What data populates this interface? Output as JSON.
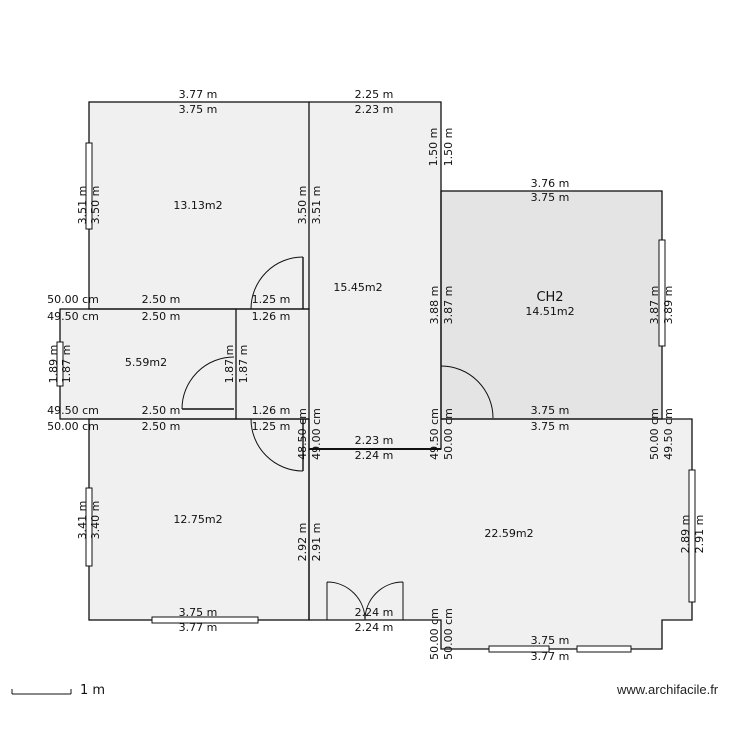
{
  "rooms": [
    {
      "key": "room-top-left",
      "area": "13.13m2"
    },
    {
      "key": "room-hall",
      "area": "15.45m2"
    },
    {
      "key": "room-ch2",
      "name": "CH2",
      "area": "14.51m2",
      "fill": "#e4e4e4"
    },
    {
      "key": "room-small",
      "area": "5.59m2"
    },
    {
      "key": "room-bottom-left",
      "area": "12.75m2"
    },
    {
      "key": "room-bottom-right",
      "area": "22.59m2"
    }
  ],
  "dimensions": [
    "3.77 m",
    "3.75 m",
    "2.25 m",
    "2.23 m",
    "1.50 m",
    "1.50 m",
    "3.51 m",
    "3.50 m",
    "3.50 m",
    "3.51 m",
    "3.76 m",
    "3.75 m",
    "50.00 cm",
    "49.50 cm",
    "2.50 m",
    "2.50 m",
    "1.25 m",
    "1.26 m",
    "3.88 m",
    "3.87 m",
    "3.87 m",
    "3.89 m",
    "1.89 m",
    "1.87 m",
    "1.87 m",
    "1.87 m",
    "49.50 cm",
    "50.00 cm",
    "2.50 m",
    "2.50 m",
    "1.26 m",
    "1.25 m",
    "3.75 m",
    "3.75 m",
    "48.50 cm",
    "49.00 cm",
    "49.50 cm",
    "50.00 cm",
    "50.00 cm",
    "49.50 cm",
    "2.23 m",
    "2.24 m",
    "3.41 m",
    "3.40 m",
    "2.92 m",
    "2.91 m",
    "2.89 m",
    "2.91 m",
    "3.75 m",
    "3.77 m",
    "2.24 m",
    "2.24 m",
    "50.00 cm",
    "50.00 cm",
    "3.75 m",
    "3.77 m"
  ],
  "scale_label": "1 m",
  "watermark": "www.archifacile.fr",
  "colors": {
    "room_fill": "#f0f0f0",
    "ch2_fill": "#e4e4e4",
    "wall": "#111111"
  }
}
